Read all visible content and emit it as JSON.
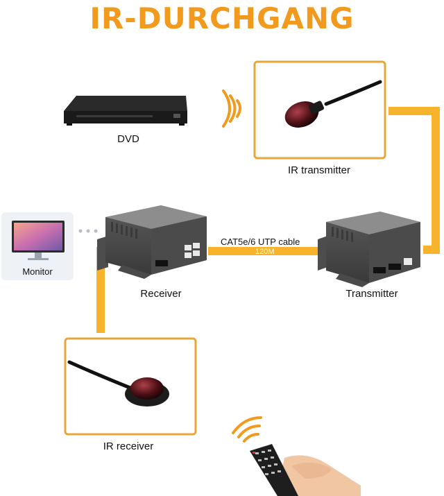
{
  "title": "IR-DURCHGANG",
  "labels": {
    "dvd": "DVD",
    "ir_transmitter": "IR transmitter",
    "monitor": "Monitor",
    "receiver": "Receiver",
    "transmitter": "Transmitter",
    "ir_receiver": "IR receiver",
    "cable": "CAT5e/6 UTP cable",
    "cable_length": "120M"
  },
  "colors": {
    "accent": "#f29a1d",
    "cable": "#f7b32b",
    "frame": "#e8a63a",
    "device": "#6b6b6b"
  }
}
